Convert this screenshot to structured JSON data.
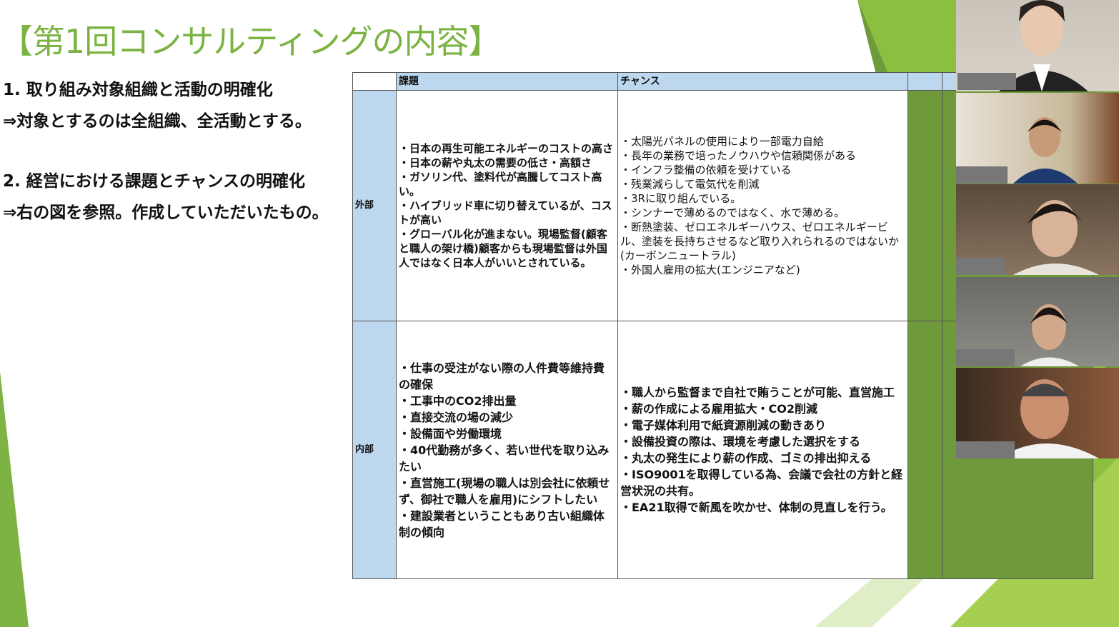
{
  "slide": {
    "title": "【第1回コンサルティングの内容】",
    "points": [
      "1. 取り組み対象組織と活動の明確化",
      "⇒対象とするのは全組織、全活動とする。",
      "2. 経営における課題とチャンスの明確化",
      "⇒右の図を参照。作成していただいたもの。"
    ],
    "table": {
      "headers": [
        "課題",
        "チャンス"
      ],
      "rows": [
        {
          "label": "外部",
          "issues": [
            "・日本の再生可能エネルギーのコストの高さ",
            "・日本の薪や丸太の需要の低さ・高額さ",
            "・ガソリン代、塗料代が高騰してコスト高い。",
            "・ハイブリッド車に切り替えているが、コストが高い",
            "・グローバル化が進まない。現場監督(顧客と職人の架け橋)顧客からも現場監督は外国人ではなく日本人がいいとされている。"
          ],
          "chances": [
            "・太陽光パネルの使用により一部電力自給",
            "・長年の業務で培ったノウハウや信頼関係がある",
            "・インフラ整備の依頼を受けている",
            "・残業減らして電気代を削減",
            "・3Rに取り組んでいる。",
            "・シンナーで薄めるのではなく、水で薄める。",
            "・断熱塗装、ゼロエネルギーハウス、ゼロエネルギービル、塗装を長持ちさせるなど取り入れられるのではないか(カーボンニュートラル)",
            "・外国人雇用の拡大(エンジニアなど)"
          ]
        },
        {
          "label": "内部",
          "issues": [
            "・仕事の受注がない際の人件費等維持費の確保",
            "・工事中のCO2排出量",
            "・直接交流の場の減少",
            "・設備面や労働環境",
            "・40代勤務が多く、若い世代を取り込みたい",
            "・直営施工(現場の職人は別会社に依頼せず、御社で職人を雇用)にシフトしたい",
            "・建設業者ということもあり古い組織体制の傾向"
          ],
          "chances": [
            "・職人から監督まで自社で賄うことが可能、直営施工",
            "・薪の作成による雇用拡大・CO2削減",
            "・電子媒体利用で紙資源削減の動きあり",
            "・設備投資の際は、環境を考慮した選択をする",
            "・丸太の発生により薪の作成、ゴミの排出抑える",
            "・ISO9001を取得している為、会議で会社の方針と経営状況の共有。",
            "・EA21取得で新風を吹かせ、体制の見直しを行う。"
          ]
        }
      ]
    },
    "colors": {
      "accent": "#7cb342",
      "dark_green": "#6f9a3c",
      "header_blue": "#bdd7ee"
    }
  },
  "participants": [
    {
      "tile": 1
    },
    {
      "tile": 2
    },
    {
      "tile": 3
    },
    {
      "tile": 4
    },
    {
      "tile": 5
    }
  ]
}
